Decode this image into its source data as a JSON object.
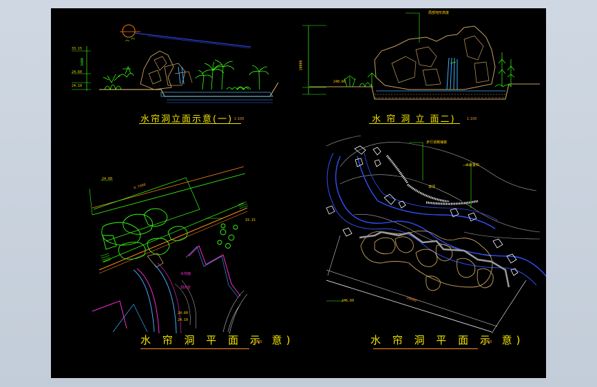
{
  "drawing": {
    "background": "#000000",
    "viewport_frame": "#c7d1dc",
    "colors": {
      "title": "#f2e600",
      "underline_orange": "#ff8c1a",
      "vegetation": "#39ff14",
      "rock": "#c8a060",
      "water": "#2b6bff",
      "dimension": "#ffffff",
      "path_outline": "#3050ff"
    }
  },
  "panels": {
    "top_left": {
      "title": "水帘洞立面示意(一)",
      "scale": "1:100",
      "labels": {
        "lvl1": "33.15",
        "lvl2": "24.60",
        "lvl3": "24.10",
        "dim": "3400"
      }
    },
    "top_right": {
      "title": "水 帘 洞 立 面二)",
      "scale": "1:100",
      "labels": {
        "callout": "局部地形高度",
        "lvl1": "248.60",
        "dim": "10000"
      }
    },
    "bottom_left": {
      "title": "水 帘 洞 平 面 示 意)",
      "scale": "1:100",
      "labels": {
        "lvl1": "24.60",
        "lvl2": "33.15",
        "dim": "9.7000",
        "water": "水帘面",
        "cave": "洞内空",
        "lvl3": "24.60",
        "lvl4": "24.10"
      }
    },
    "bottom_right": {
      "title": "水 帘 洞 平 面 示 意)",
      "scale": "1:100",
      "labels": {
        "callout1": "步行道路铺装",
        "callout2": "水景置石",
        "garden": "草坪",
        "dim": "26000",
        "lvl": "246.60"
      }
    }
  }
}
